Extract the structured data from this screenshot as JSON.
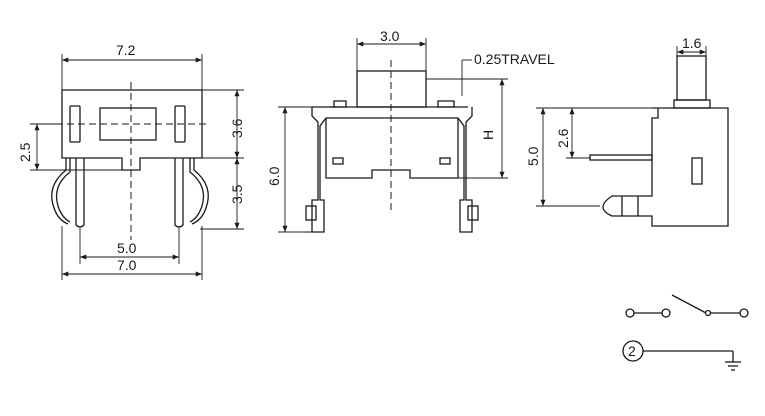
{
  "front_view": {
    "dim_top": "7.2",
    "dim_right_upper": "3.6",
    "dim_right_lower": "3.5",
    "dim_left": "2.5",
    "dim_pitch": "5.0",
    "dim_bottom": "7.0"
  },
  "side_view": {
    "dim_top": "3.0",
    "travel": "0.25TRAVEL",
    "height_label": "H",
    "dim_left": "6.0"
  },
  "end_view": {
    "dim_top": "1.6",
    "dim_left_outer": "5.0",
    "dim_left_inner": "2.6"
  },
  "schematic": {
    "ground_terminal": "2"
  }
}
